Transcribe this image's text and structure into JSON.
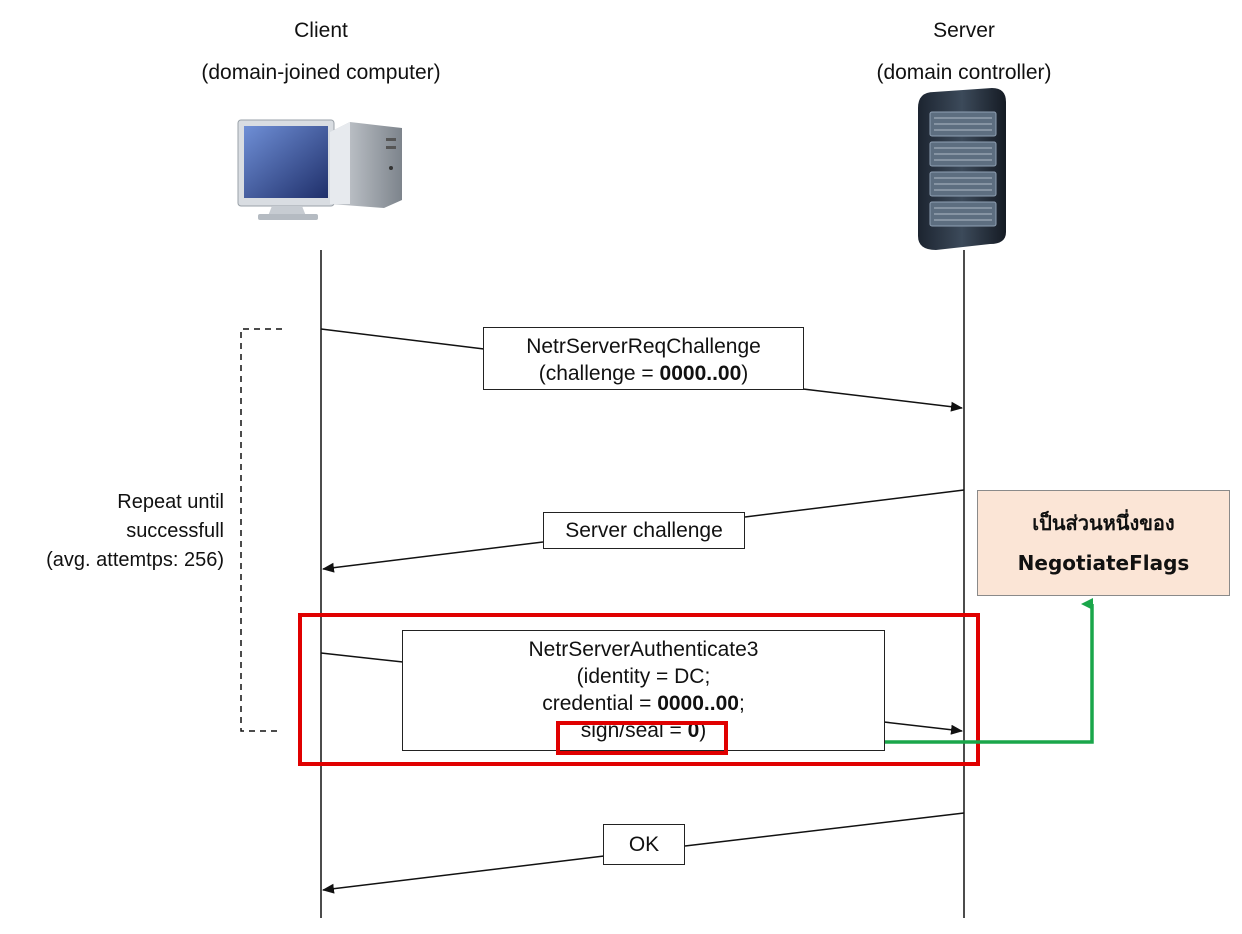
{
  "client": {
    "title": "Client",
    "subtitle": "(domain-joined computer)",
    "icon": "desktop-computer-icon"
  },
  "server": {
    "title": "Server",
    "subtitle": "(domain controller)",
    "icon": "server-rack-icon"
  },
  "repeat_note": {
    "line1": "Repeat until",
    "line2": "successfull",
    "line3": "(avg. attemtps: 256)"
  },
  "messages": {
    "req_challenge": {
      "name": "NetrServerReqChallenge",
      "prefix": "(challenge = ",
      "value": "0000..00",
      "suffix": ")"
    },
    "server_challenge": {
      "label": "Server challenge"
    },
    "authenticate": {
      "name": "NetrServerAuthenticate3",
      "identity": "(identity = DC;",
      "cred_prefix": "credential = ",
      "cred_value": "0000..00",
      "cred_suffix": ";",
      "sign_prefix": "sign/seal = ",
      "sign_value": "0",
      "sign_suffix": ")"
    },
    "ok": {
      "label": "OK"
    }
  },
  "annotation": {
    "line1": "เป็นส่วนหนึ่งของ",
    "line2": "NegotiateFlags"
  },
  "colors": {
    "highlight": "#e00000",
    "arrow": "#1aa64a",
    "annotation_bg": "#fbe5d6",
    "line": "#222222"
  }
}
